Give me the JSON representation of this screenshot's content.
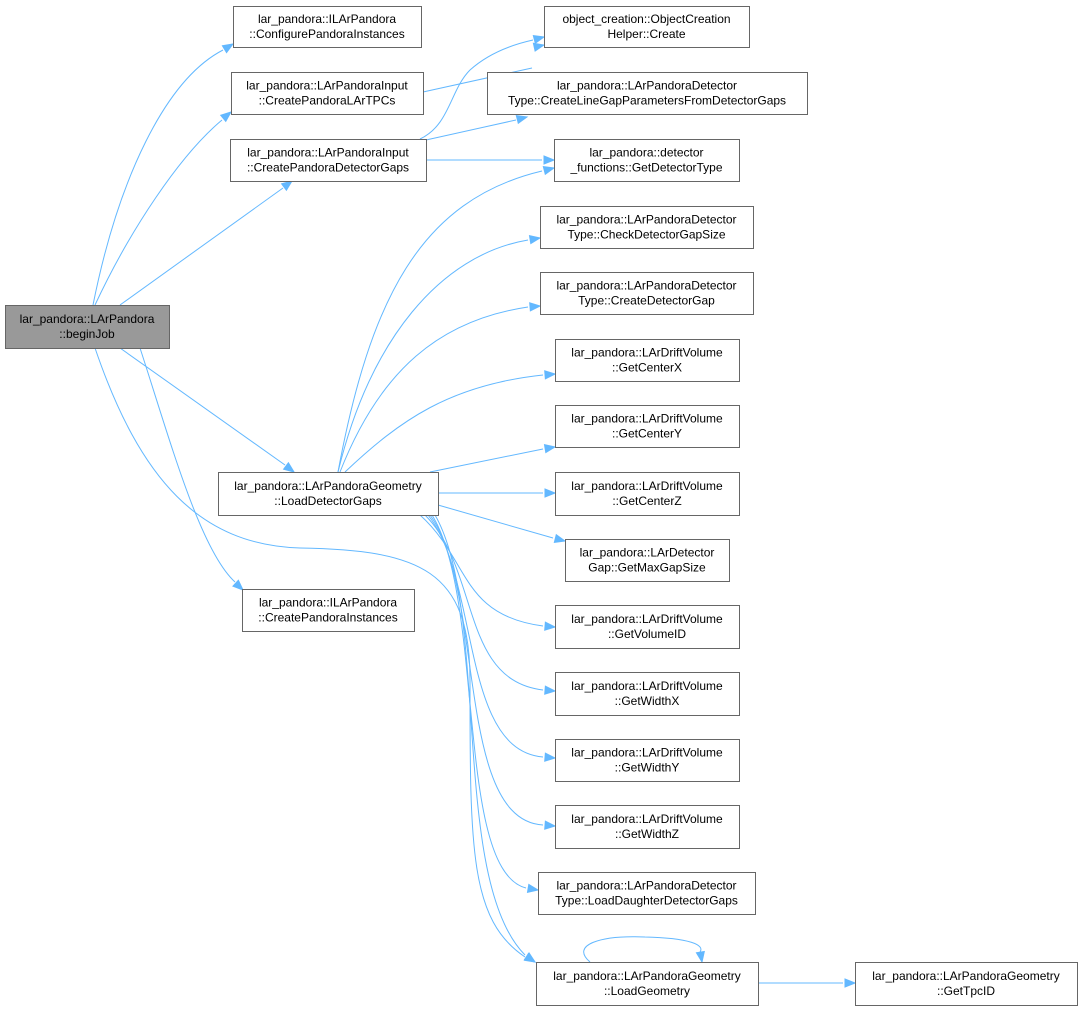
{
  "colors": {
    "edge": "#63b8ff",
    "node_fill": "#ffffff",
    "root_fill": "#999999",
    "node_border": "#666666",
    "text": "#000000"
  },
  "nodes": [
    {
      "id": "begin_job",
      "lines": [
        "lar_pandora::LArPandora",
        "::beginJob"
      ],
      "root": true
    },
    {
      "id": "configure_instances",
      "lines": [
        "lar_pandora::ILArPandora",
        "::ConfigurePandoraInstances"
      ]
    },
    {
      "id": "create_lar_tpcs",
      "lines": [
        "lar_pandora::LArPandoraInput",
        "::CreatePandoraLArTPCs"
      ]
    },
    {
      "id": "create_detector_gaps",
      "lines": [
        "lar_pandora::LArPandoraInput",
        "::CreatePandoraDetectorGaps"
      ]
    },
    {
      "id": "load_detector_gaps",
      "lines": [
        "lar_pandora::LArPandoraGeometry",
        "::LoadDetectorGaps"
      ]
    },
    {
      "id": "create_instances",
      "lines": [
        "lar_pandora::ILArPandora",
        "::CreatePandoraInstances"
      ]
    },
    {
      "id": "object_creation",
      "lines": [
        "object_creation::ObjectCreation",
        "Helper::Create"
      ]
    },
    {
      "id": "line_gap_params",
      "lines": [
        "lar_pandora::LArPandoraDetector",
        "Type::CreateLineGapParametersFromDetectorGaps"
      ]
    },
    {
      "id": "get_detector_type",
      "lines": [
        "lar_pandora::detector",
        "_functions::GetDetectorType"
      ]
    },
    {
      "id": "check_gap_size",
      "lines": [
        "lar_pandora::LArPandoraDetector",
        "Type::CheckDetectorGapSize"
      ]
    },
    {
      "id": "create_detector_gap",
      "lines": [
        "lar_pandora::LArPandoraDetector",
        "Type::CreateDetectorGap"
      ]
    },
    {
      "id": "get_center_x",
      "lines": [
        "lar_pandora::LArDriftVolume",
        "::GetCenterX"
      ]
    },
    {
      "id": "get_center_y",
      "lines": [
        "lar_pandora::LArDriftVolume",
        "::GetCenterY"
      ]
    },
    {
      "id": "get_center_z",
      "lines": [
        "lar_pandora::LArDriftVolume",
        "::GetCenterZ"
      ]
    },
    {
      "id": "get_max_gap",
      "lines": [
        "lar_pandora::LArDetector",
        "Gap::GetMaxGapSize"
      ]
    },
    {
      "id": "get_volume_id",
      "lines": [
        "lar_pandora::LArDriftVolume",
        "::GetVolumeID"
      ]
    },
    {
      "id": "get_width_x",
      "lines": [
        "lar_pandora::LArDriftVolume",
        "::GetWidthX"
      ]
    },
    {
      "id": "get_width_y",
      "lines": [
        "lar_pandora::LArDriftVolume",
        "::GetWidthY"
      ]
    },
    {
      "id": "get_width_z",
      "lines": [
        "lar_pandora::LArDriftVolume",
        "::GetWidthZ"
      ]
    },
    {
      "id": "load_daughter_gaps",
      "lines": [
        "lar_pandora::LArPandoraDetector",
        "Type::LoadDaughterDetectorGaps"
      ]
    },
    {
      "id": "load_geometry",
      "lines": [
        "lar_pandora::LArPandoraGeometry",
        "::LoadGeometry"
      ]
    },
    {
      "id": "get_tpc_id",
      "lines": [
        "lar_pandora::LArPandoraGeometry",
        "::GetTpcID"
      ]
    }
  ],
  "edges": [
    {
      "from": "begin_job",
      "to": "configure_instances"
    },
    {
      "from": "begin_job",
      "to": "create_lar_tpcs"
    },
    {
      "from": "begin_job",
      "to": "create_detector_gaps"
    },
    {
      "from": "begin_job",
      "to": "load_detector_gaps"
    },
    {
      "from": "begin_job",
      "to": "create_instances"
    },
    {
      "from": "begin_job",
      "to": "load_geometry"
    },
    {
      "from": "create_lar_tpcs",
      "to": "object_creation"
    },
    {
      "from": "create_detector_gaps",
      "to": "object_creation"
    },
    {
      "from": "create_detector_gaps",
      "to": "line_gap_params"
    },
    {
      "from": "create_detector_gaps",
      "to": "get_detector_type"
    },
    {
      "from": "load_detector_gaps",
      "to": "get_detector_type"
    },
    {
      "from": "load_detector_gaps",
      "to": "check_gap_size"
    },
    {
      "from": "load_detector_gaps",
      "to": "create_detector_gap"
    },
    {
      "from": "load_detector_gaps",
      "to": "get_center_x"
    },
    {
      "from": "load_detector_gaps",
      "to": "get_center_y"
    },
    {
      "from": "load_detector_gaps",
      "to": "get_center_z"
    },
    {
      "from": "load_detector_gaps",
      "to": "get_max_gap"
    },
    {
      "from": "load_detector_gaps",
      "to": "get_volume_id"
    },
    {
      "from": "load_detector_gaps",
      "to": "get_width_x"
    },
    {
      "from": "load_detector_gaps",
      "to": "get_width_y"
    },
    {
      "from": "load_detector_gaps",
      "to": "get_width_z"
    },
    {
      "from": "load_detector_gaps",
      "to": "load_daughter_gaps"
    },
    {
      "from": "load_detector_gaps",
      "to": "load_geometry"
    },
    {
      "from": "load_geometry",
      "to": "load_geometry"
    },
    {
      "from": "load_geometry",
      "to": "get_tpc_id"
    }
  ]
}
